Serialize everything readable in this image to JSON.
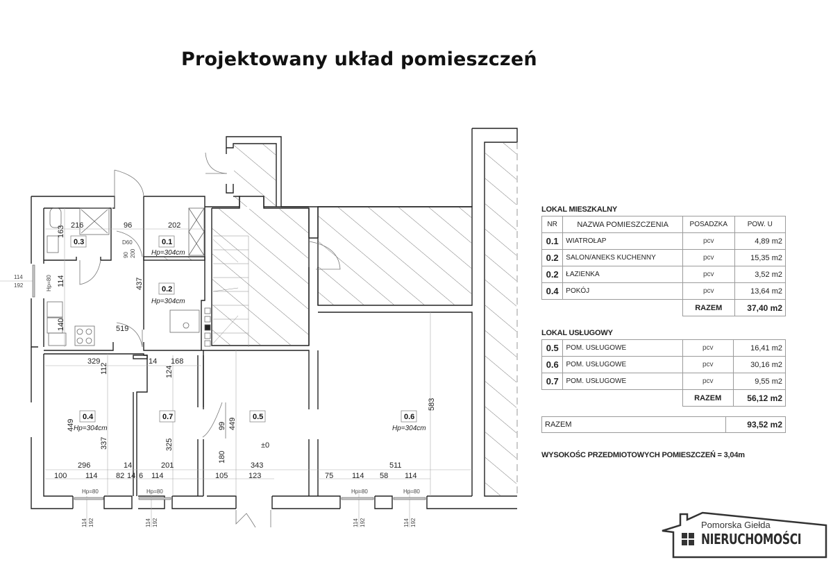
{
  "page": {
    "title": "Projektowany układ pomieszczeń"
  },
  "plan": {
    "rooms": [
      {
        "id": "0.1",
        "label": "0.1",
        "height": "Hp=304cm"
      },
      {
        "id": "0.2",
        "label": "0.2",
        "height": "Hp=304cm"
      },
      {
        "id": "0.3",
        "label": "0.3"
      },
      {
        "id": "0.4",
        "label": "0.4",
        "height": "Hp=304cm"
      },
      {
        "id": "0.5",
        "label": "0.5",
        "level": "±0"
      },
      {
        "id": "0.6",
        "label": "0.6",
        "height": "Hp=304cm"
      },
      {
        "id": "0.7",
        "label": "0.7"
      }
    ],
    "dimensions": {
      "d216": "216",
      "d163": "163",
      "d96": "96",
      "d202": "202",
      "d437": "437",
      "d519": "519",
      "d114a": "114",
      "d140": "140",
      "d329": "329",
      "d112": "112",
      "d449a": "449",
      "d337": "337",
      "d296": "296",
      "d14a": "14",
      "d100": "100",
      "d114b": "114",
      "d82": "82",
      "d14b": "14",
      "d6": "6",
      "d114c": "114",
      "d14c": "14",
      "d168": "168",
      "d124": "124",
      "d325": "325",
      "d201": "201",
      "d99": "99",
      "d449b": "449",
      "d180": "180",
      "d343": "343",
      "d105": "105",
      "d123": "123",
      "d583": "583",
      "d511": "511",
      "d75": "75",
      "d114d": "114",
      "d58": "58",
      "d114e": "114"
    },
    "door_label": "D60",
    "door_dims": [
      "90",
      "200"
    ],
    "window_label": "Hp=80",
    "window_dims": [
      "114",
      "192"
    ]
  },
  "legend": {
    "residential": {
      "title": "LOKAL MIESZKALNY",
      "headers": [
        "NR",
        "NAZWA POMIESZCZENIA",
        "POSADZKA",
        "POW. U"
      ],
      "rows": [
        {
          "nr": "0.1",
          "name": "WIATROŁAP",
          "floor": "pcv",
          "area": "4,89 m2"
        },
        {
          "nr": "0.2",
          "name": "SALON/ANEKS KUCHENNY",
          "floor": "pcv",
          "area": "15,35 m2"
        },
        {
          "nr": "0.2",
          "name": "ŁAZIENKA",
          "floor": "pcv",
          "area": "3,52 m2"
        },
        {
          "nr": "0.4",
          "name": "POKÓJ",
          "floor": "pcv",
          "area": "13,64 m2"
        }
      ],
      "sum_label": "RAZEM",
      "sum_value": "37,40 m2"
    },
    "service": {
      "title": "LOKAL USŁUGOWY",
      "rows": [
        {
          "nr": "0.5",
          "name": "POM. USŁUGOWE",
          "floor": "pcv",
          "area": "16,41 m2"
        },
        {
          "nr": "0.6",
          "name": "POM. USŁUGOWE",
          "floor": "pcv",
          "area": "30,16 m2"
        },
        {
          "nr": "0.7",
          "name": "POM. USŁUGOWE",
          "floor": "pcv",
          "area": "9,55 m2"
        }
      ],
      "sum_label": "RAZEM",
      "sum_value": "56,12 m2"
    },
    "total": {
      "label": "RAZEM",
      "value": "93,52 m2"
    },
    "height_note": "WYSOKOŚC PRZEDMIOTOWYCH POMIESZCZEŃ = 3,04m"
  },
  "logo": {
    "line1": "Pomorska Giełda",
    "line2": "NIERUCHOMOŚCI"
  }
}
